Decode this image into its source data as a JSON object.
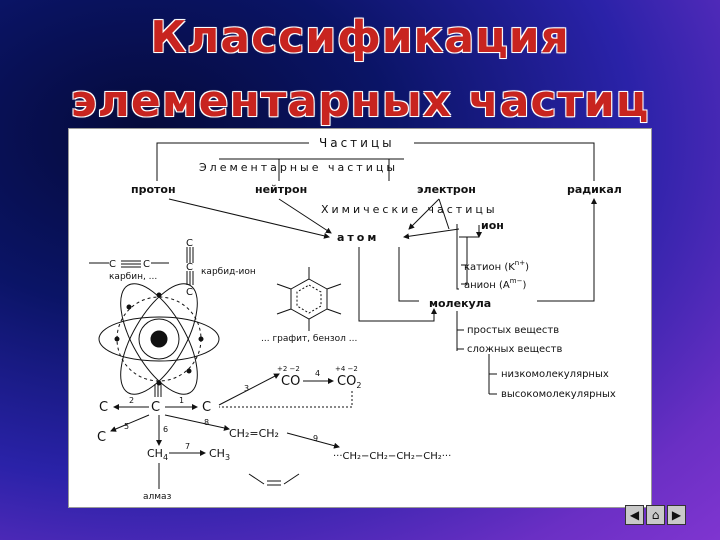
{
  "title": {
    "line1": "Классификация",
    "line2": "элементарных частиц"
  },
  "diagram": {
    "particles": "Частицы",
    "elementary": "Элементарные частицы",
    "proton": "протон",
    "neutron": "нейтрон",
    "electron": "электрон",
    "radical": "радикал",
    "chemical": "Химические частицы",
    "atom": "атом",
    "ion": "ион",
    "cation": "катион (K",
    "cation_sup": "n+",
    "cation_end": ")",
    "anion": "анион (A",
    "anion_sup": "m−",
    "anion_end": ")",
    "molecule": "молекула",
    "simple": "простых веществ",
    "complex": "сложных веществ",
    "low_mol": "низкомолекулярных",
    "high_mol": "высокомолекулярных",
    "carbyne": "карбин, ...",
    "carbide_ion": "карбид-ион",
    "graphite": "... графит, бензол ...",
    "diamond": "алмаз",
    "co": "CO",
    "co2": "CO",
    "co_charge": "+2  −2",
    "co2_charge": "+4  −2",
    "ch2ch2": "CH₂=CH₂",
    "ch4": "CH",
    "ch3": "CH",
    "polymer": "···CH₂−CH₂−CH₂−CH₂···",
    "c_label": "C",
    "n1": "1",
    "n2": "2",
    "n3": "3",
    "n4": "4",
    "n5": "5",
    "n6": "6",
    "n7": "7",
    "n8": "8",
    "n9": "9"
  },
  "nav": {
    "prev": "◀",
    "home": "⌂",
    "next": "▶"
  }
}
